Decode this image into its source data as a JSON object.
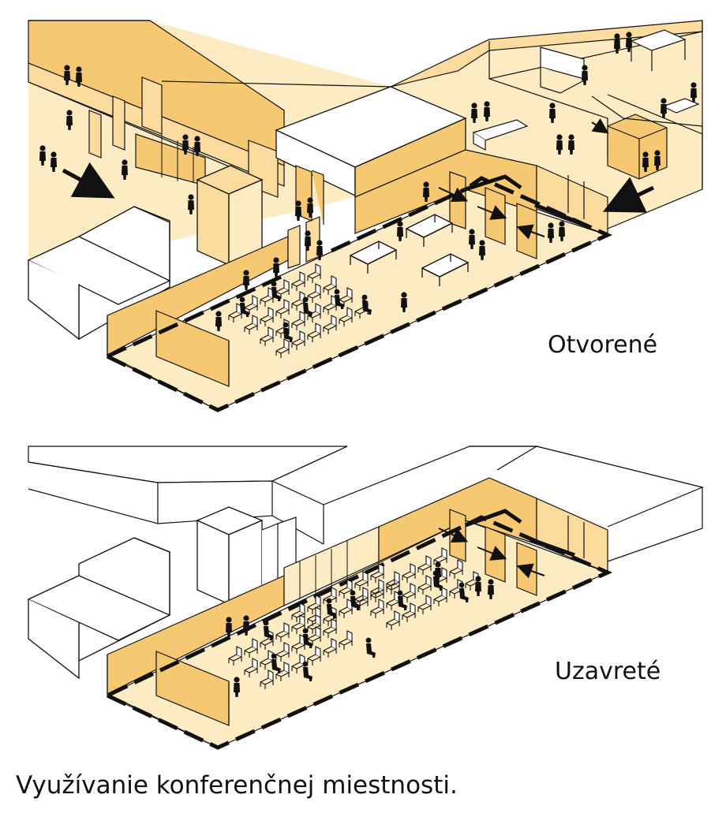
{
  "labels": {
    "open": "Otvorené",
    "closed": "Uzavreté"
  },
  "caption": "Využívanie konferenčnej miestnosti.",
  "colors": {
    "floor": "#fdebc4",
    "wall": "#f6c872",
    "wall_light": "#fbdc9e",
    "outline": "#111111",
    "figure": "#111111",
    "neutral_block": "#ffffff"
  },
  "scenes": [
    {
      "name": "open",
      "label_key": "labels.open"
    },
    {
      "name": "closed",
      "label_key": "labels.closed"
    }
  ]
}
